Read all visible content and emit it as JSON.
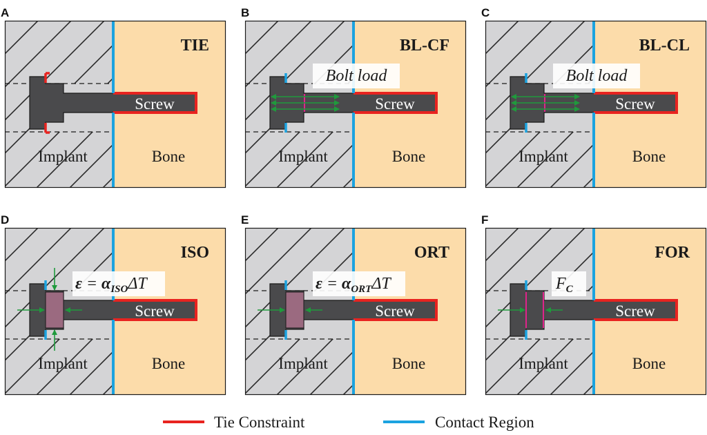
{
  "colors": {
    "implant": "#d4d4d6",
    "bone": "#fcdcaa",
    "screw": "#4a4a4c",
    "tie": "#e8231f",
    "contact": "#1ba3e0",
    "arrow": "#1f9a3c",
    "washer": "#9b6a80",
    "pink_line": "#e0238a",
    "label_box": "#ffffff"
  },
  "labels": {
    "screw": "Screw",
    "implant": "Implant",
    "bone": "Bone"
  },
  "panels": [
    {
      "letter": "A",
      "method": "TIE",
      "variant": "tie",
      "annotation": ""
    },
    {
      "letter": "B",
      "method": "BL-CF",
      "variant": "bolt",
      "annotation": "Bolt load"
    },
    {
      "letter": "C",
      "method": "BL-CL",
      "variant": "bolt",
      "annotation": "Bolt load"
    },
    {
      "letter": "D",
      "method": "ISO",
      "variant": "iso",
      "formula": {
        "lhs": "ε",
        "eq": " = ",
        "alpha": "α",
        "sub": "ISO",
        "rest": "ΔT"
      }
    },
    {
      "letter": "E",
      "method": "ORT",
      "variant": "ort",
      "formula": {
        "lhs": "ε",
        "eq": " = ",
        "alpha": "α",
        "sub": "ORT",
        "rest": "ΔT"
      }
    },
    {
      "letter": "F",
      "method": "FOR",
      "variant": "for",
      "formula": {
        "main": "F",
        "sub": "C"
      }
    }
  ],
  "legend": [
    {
      "label": "Tie Constraint",
      "color": "#e8231f"
    },
    {
      "label": "Contact Region",
      "color": "#1ba3e0"
    }
  ]
}
